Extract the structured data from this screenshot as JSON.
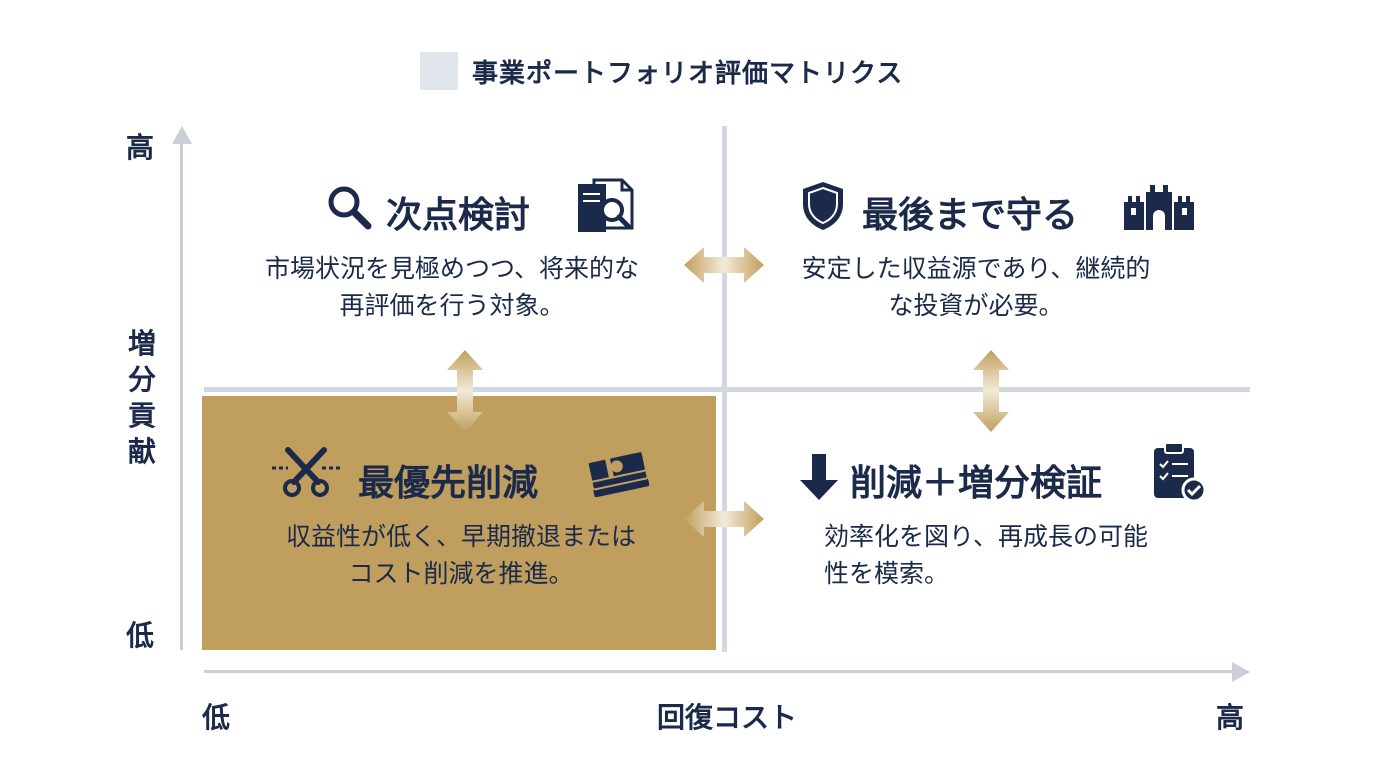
{
  "legend": {
    "label": "事業ポートフォリオ評価マトリクス",
    "color": "#e1e5ec"
  },
  "y_axis": {
    "title": "増分貢献",
    "high": "高",
    "low": "低"
  },
  "x_axis": {
    "title": "回復コスト",
    "low": "低",
    "high": "高"
  },
  "colors": {
    "navy": "#1b2a4a",
    "gold": "#c09f5e",
    "axis": "#c9ced8"
  },
  "quadrants": {
    "top_left": {
      "title": "次点検討",
      "desc": "市場状況を見極めつつ、将来的な再評価を行う対象。",
      "icons": [
        "magnifier-icon",
        "document-search-icon"
      ]
    },
    "top_right": {
      "title": "最後まで守る",
      "desc": "安定した収益源であり、継続的な投資が必要。",
      "icons": [
        "shield-icon",
        "castle-icon"
      ]
    },
    "bottom_left": {
      "title": "最優先削減",
      "desc": "収益性が低く、早期撤退またはコスト削減を推進。",
      "icons": [
        "scissors-icon",
        "money-stack-icon"
      ]
    },
    "bottom_right": {
      "title": "削減＋増分検証",
      "desc": "効率化を図り、再成長の可能性を模索。",
      "icons": [
        "down-arrow-icon",
        "checklist-icon"
      ]
    }
  }
}
